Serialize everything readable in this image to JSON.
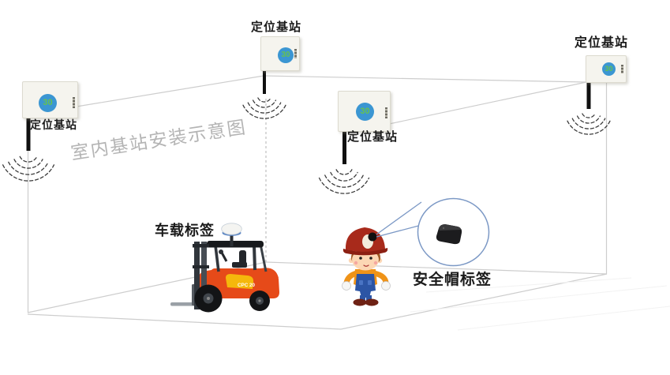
{
  "watermark": "室内基站安装示意图",
  "station": {
    "label": "定位基站",
    "badge": "30"
  },
  "vehicle_tag": {
    "label": "车载标签"
  },
  "helmet_tag": {
    "label": "安全帽标签"
  },
  "forklift": {
    "model": "CPC 20"
  },
  "icons": {
    "signal_waves": "dashed-radio-wave-arcs",
    "antenna": "rod-antenna",
    "gps_dome": "gps-dome-antenna",
    "callout": "magnifier-callout-circle"
  },
  "colors": {
    "background": "#ffffff",
    "wireframe_line": "#cdcdcd",
    "wave_dash": "#3b3b3b",
    "station_box": "#f5f4ee",
    "badge_blue": "#3b96d2",
    "badge_green": "#67c24f",
    "label_text": "#1b1b1b",
    "watermark_gray": "#b4b4b4",
    "callout_blue": "#7b98c5",
    "forklift_red": "#e64a19",
    "forklift_yellow": "#f5b80c",
    "helmet_red": "#a82a1b",
    "overalls_blue": "#2c55a5"
  }
}
